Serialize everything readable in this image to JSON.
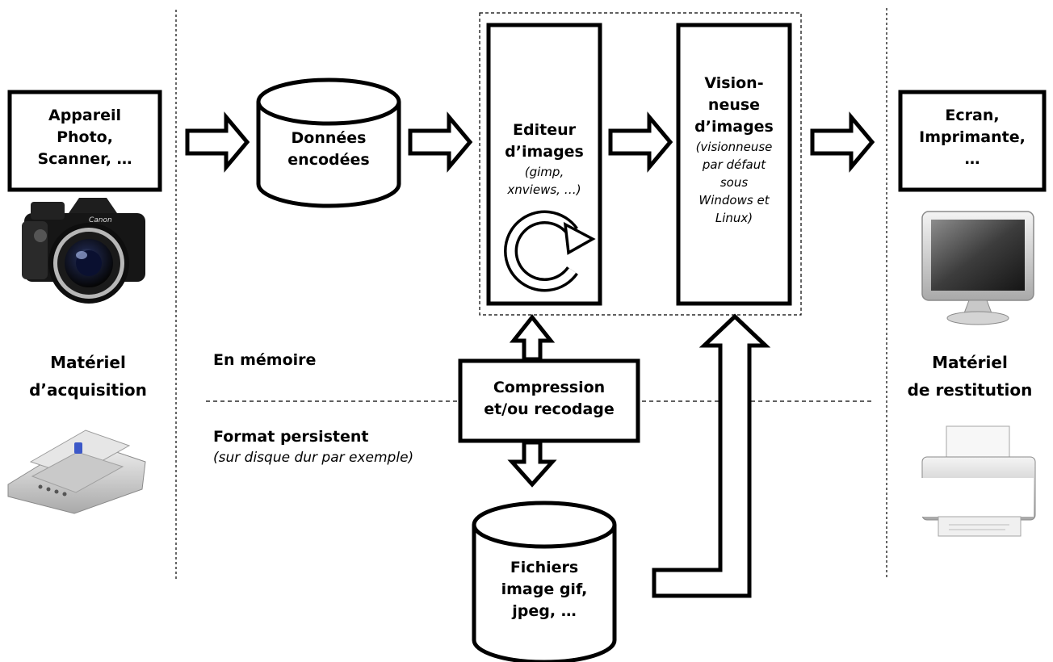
{
  "acquisition": {
    "device_lines": [
      "Appareil",
      "Photo,",
      "Scanner, …"
    ],
    "caption_lines": [
      "Matériel",
      "d’acquisition"
    ],
    "camera_brand": "Canon"
  },
  "encoded": {
    "lines": [
      "Données",
      "encodées"
    ]
  },
  "editor": {
    "lines": [
      "Editeur",
      "d’images"
    ],
    "examples_lines": [
      "(gimp,",
      "xnviews, …)"
    ]
  },
  "viewer": {
    "lines": [
      "Vision-",
      "neuse",
      "d’images"
    ],
    "note_lines": [
      "(visionneuse",
      "par défaut",
      "sous",
      "Windows et",
      "Linux)"
    ]
  },
  "output": {
    "device_lines": [
      "Ecran,",
      "Imprimante,",
      "…"
    ],
    "caption_lines": [
      "Matériel",
      "de restitution"
    ]
  },
  "memory_label": "En mémoire",
  "persistent": {
    "title": "Format persistent",
    "subtitle": "(sur disque dur par exemple)"
  },
  "compression": {
    "lines": [
      "Compression",
      "et/ou recodage"
    ]
  },
  "files": {
    "lines": [
      "Fichiers",
      "image gif,",
      "jpeg, …"
    ]
  },
  "icons": [
    "camera-icon",
    "scanner-icon",
    "monitor-icon",
    "printer-icon",
    "refresh-icon"
  ]
}
